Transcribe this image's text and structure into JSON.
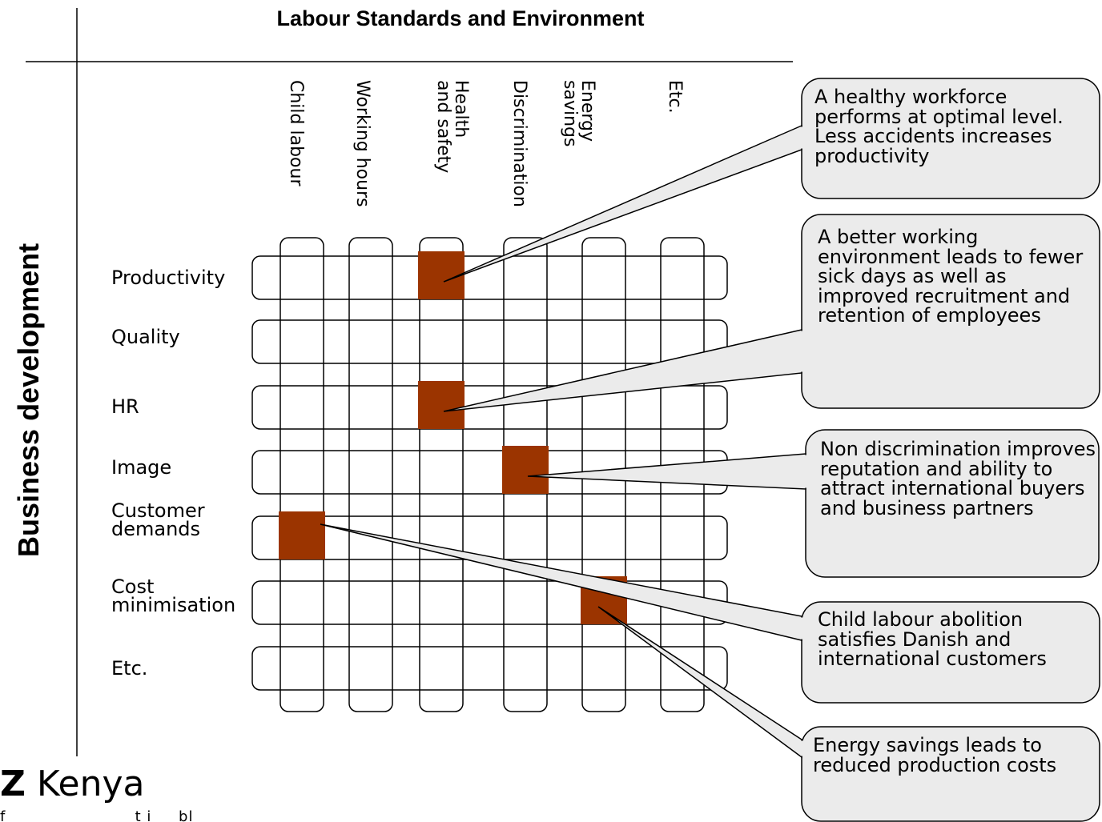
{
  "title": "Labour Standards and Environment",
  "side_title": "Business development",
  "columns": [
    "Child labour",
    "Working hours",
    "Health\nand safety",
    "Discrimination",
    "Energy\nsavings",
    "Etc."
  ],
  "rows": [
    "Productivity",
    "Quality",
    "HR",
    "Image",
    "Customer\ndemands",
    "Cost\nminimisation",
    "Etc."
  ],
  "highlights": [
    {
      "row": "Productivity",
      "column": "Health and safety",
      "callout": 0
    },
    {
      "row": "HR",
      "column": "Health and safety",
      "callout": 1
    },
    {
      "row": "Image",
      "column": "Discrimination",
      "callout": 2
    },
    {
      "row": "Customer demands",
      "column": "Child labour",
      "callout": 3
    },
    {
      "row": "Cost minimisation",
      "column": "Energy savings",
      "callout": 4
    }
  ],
  "callouts": [
    "A healthy workforce performs at optimal level. Less accidents increases productivity",
    "A better working environment leads to fewer sick days as well as improved recruitment and retention of employees",
    "Non discrimination improves reputation and ability to attract international buyers and business partners",
    "Child labour abolition satisfies Danish and international customers",
    "Energy savings leads to reduced production costs"
  ],
  "logo": {
    "prefix": "Z",
    "name": " Kenya",
    "tagline": "f                        t i     bl"
  },
  "colors": {
    "highlight": "#9b3400",
    "callout_fill": "#ebebeb",
    "stroke": "#000000"
  }
}
